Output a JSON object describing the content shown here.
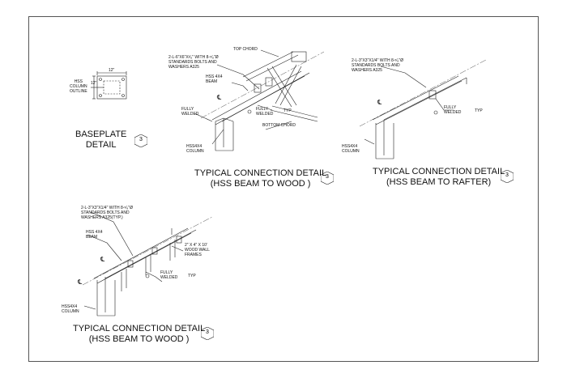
{
  "baseplate": {
    "dim_top": "12\"",
    "dim_side": "12\"",
    "hss_label": "HSS\nCOLUMN\nOUTLINE",
    "title": "BASEPLATE\nDETAIL",
    "tag": "3"
  },
  "detail_wood_1": {
    "angles": "2-L-6\"X6\"X³⁄₈\" WITH 8-⁵⁄₈\"Ø\nSTANDARDS BOLTS AND\nWASHERS A325",
    "beam": "HSS 4X4\nBEAM",
    "top_chord": "TOP CHORD",
    "bottom_chord": "BOTTOM CHORD",
    "fully_welded_left": "FULLY\nWELDED",
    "fully_welded_right": "FULLY\nWELDED",
    "typ": "TYP",
    "column": "HSS4X4\nCOLUMN",
    "title": "TYPICAL CONNECTION DETAIL\n(HSS BEAM TO WOOD )",
    "tag": "3"
  },
  "detail_rafter": {
    "angles": "2-L-3\"X3\"X1/4\" WITH 8-⁵⁄₈\"Ø\nSTANDARDS BOLTS AND\nWASHERS A325",
    "fully_welded": "FULLY\nWELDED",
    "typ": "TYP",
    "column": "HSS4X4\nCOLUMN",
    "title": "TYPICAL CONNECTION DETAIL\n(HSS BEAM TO RAFTER)",
    "tag": "3"
  },
  "detail_wood_2": {
    "angles": "2-L-3\"X3\"X1/4\" WITH 8-⁵⁄₈\"Ø\nSTANDARDS BOLTS AND\nWASHERS A325(TYP.)",
    "beam": "HSS 4X4\nBEAM",
    "frames": "2\" X 4\" X 10'\nWOOD WALL\nFRAMES",
    "fully_welded": "FULLY\nWELDED",
    "typ": "TYP",
    "column": "HSS4X4\nCOLUMN",
    "title": "TYPICAL CONNECTION DETAIL\n(HSS BEAM TO WOOD )",
    "tag": "3"
  },
  "centerline_symbol": "℄"
}
